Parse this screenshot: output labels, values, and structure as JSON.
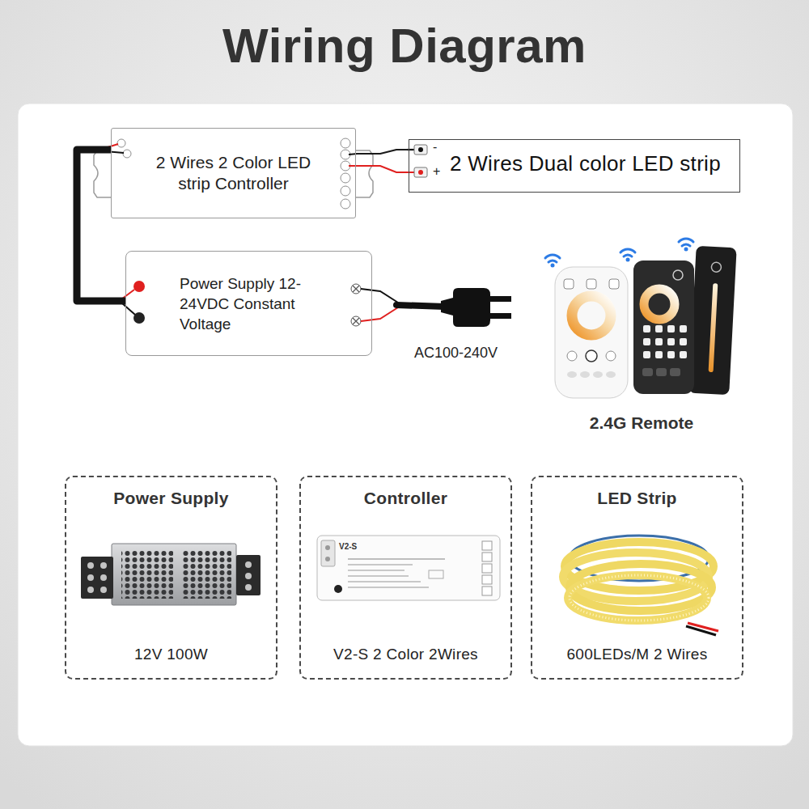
{
  "diagram": {
    "title": "Wiring Diagram",
    "nodes": [
      {
        "text": [
          "2 Wires 2 Color LED strip Controller"
        ]
      },
      {
        "text": [
          "2 Wires Dual color LED strip"
        ]
      },
      {
        "text": [
          "Power Supply 12-24VDC Constant Voltage"
        ]
      },
      {
        "text": [
          "Power Supply",
          "12V 100W"
        ]
      },
      {
        "text": [
          "Controller",
          "V2-S 2 Color 2Wires"
        ]
      },
      {
        "text": [
          "LED Strip",
          "600LEDs/M 2 Wires"
        ]
      }
    ],
    "edges": [
      {
        "from": 0,
        "to": 2,
        "arrow": "none"
      },
      {
        "from": 0,
        "to": 1,
        "arrow": "none"
      }
    ],
    "labels": [
      "-",
      "+",
      "AC100-240V",
      "2.4G Remote",
      "V2-S"
    ]
  }
}
